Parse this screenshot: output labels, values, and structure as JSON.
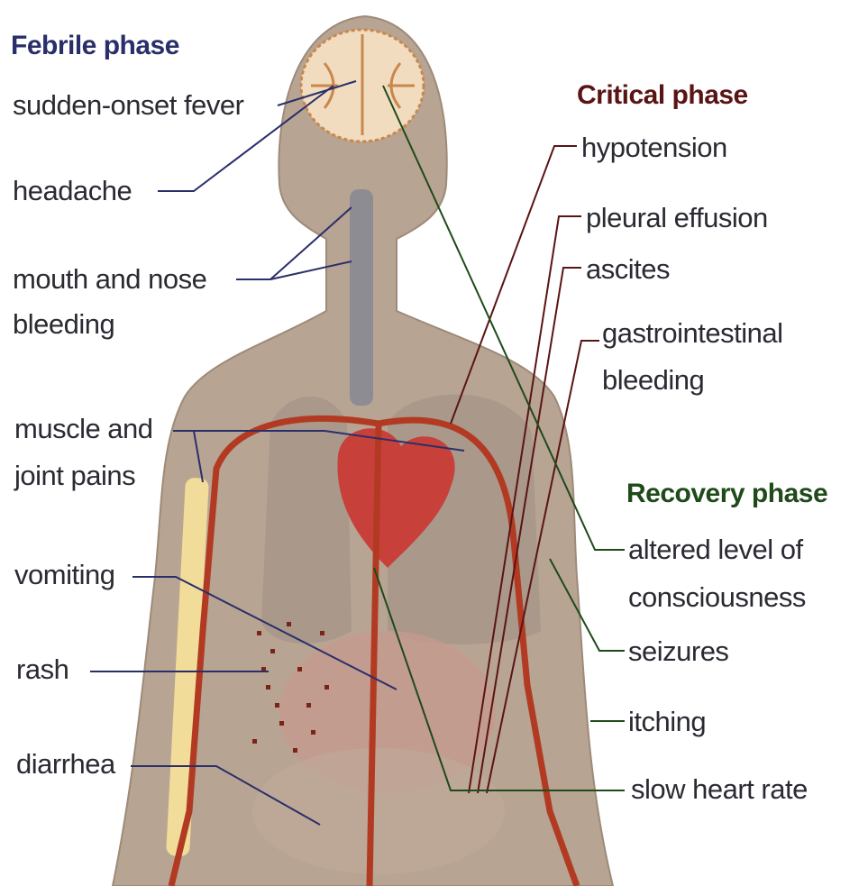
{
  "febrile": {
    "heading": "Febrile phase",
    "symptoms": [
      "sudden-onset fever",
      "headache",
      "mouth and nose",
      "bleeding",
      "muscle and",
      "joint pains",
      "vomiting",
      "rash",
      "diarrhea"
    ]
  },
  "critical": {
    "heading": "Critical phase",
    "symptoms": [
      "hypotension",
      "pleural effusion",
      "ascites",
      "gastrointestinal",
      "bleeding"
    ]
  },
  "recovery": {
    "heading": "Recovery phase",
    "symptoms": [
      "altered level of",
      "consciousness",
      "seizures",
      "itching",
      "slow heart rate"
    ]
  },
  "colors": {
    "febrile": "#2a2f6a",
    "critical": "#5a1414",
    "recovery": "#1f4a1a",
    "text": "#2a2a33",
    "body": "#b8a493",
    "artery": "#b23a22",
    "bone": "#f2dc9a"
  }
}
